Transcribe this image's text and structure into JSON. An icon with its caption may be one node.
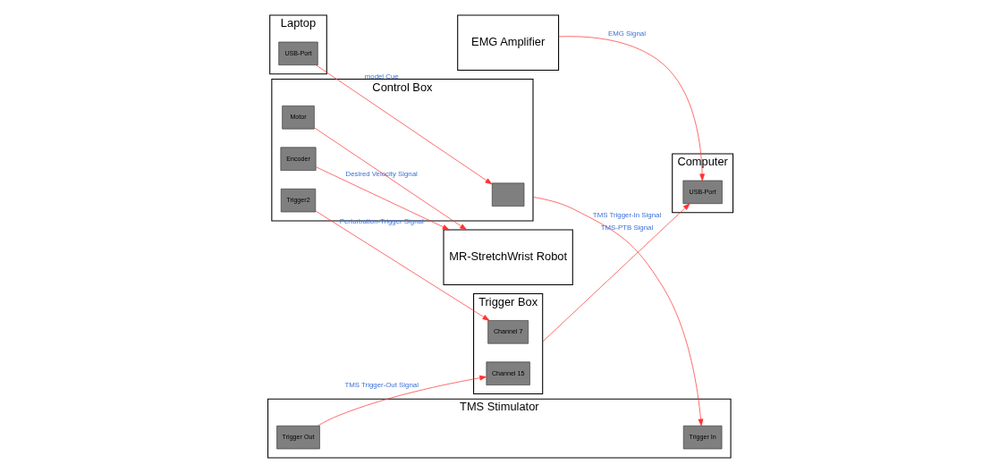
{
  "diagram": {
    "nodes": [
      {
        "text": [
          "Laptop"
        ]
      },
      {
        "text": [
          "USB-Port"
        ],
        "in": 0
      },
      {
        "text": [
          "TMS Stimulator"
        ]
      },
      {
        "text": [
          "Trigger In"
        ],
        "in": 2
      },
      {
        "text": [
          "Trigger Out"
        ],
        "in": 2
      },
      {
        "text": [
          "Computer"
        ]
      },
      {
        "text": [
          "USB-Port"
        ],
        "in": 5
      },
      {
        "text": [
          "Control Box"
        ]
      },
      {
        "text": [],
        "shape": "box",
        "in": 7
      },
      {
        "text": [
          "Trigger2"
        ],
        "in": 7
      },
      {
        "text": [
          "Encoder"
        ],
        "in": 7
      },
      {
        "text": [
          "Motor"
        ],
        "in": 7
      },
      {
        "text": [
          "MR-StretchWrist Robot"
        ]
      },
      {
        "text": [
          "Trigger Box"
        ]
      },
      {
        "text": [
          "Channel 15"
        ],
        "in": 13
      },
      {
        "text": [
          "Channel 7"
        ],
        "in": 13
      },
      {
        "text": [
          "EMG Amplifier"
        ]
      }
    ],
    "edges": [
      {
        "from": 1,
        "to": 8,
        "arrow": "to",
        "label": "model Cue"
      },
      {
        "from": 7,
        "to": 3,
        "arrow": "to",
        "label": "TMS Trigger-In Signal"
      },
      {
        "from": 4,
        "to": 14,
        "arrow": "to",
        "label": "TMS Trigger-Out Signal"
      },
      {
        "from": 13,
        "to": 6,
        "arrow": "to",
        "label": "TMS-PTB Signal"
      },
      {
        "from": 16,
        "to": 6,
        "arrow": "to",
        "label": "EMG Signal"
      },
      {
        "from": 11,
        "to": 12,
        "arrow": "to"
      },
      {
        "from": 10,
        "to": 12,
        "arrow": "to",
        "label": "Desired Velocity Signal"
      },
      {
        "from": 9,
        "to": 15,
        "arrow": "to",
        "label": "Perturbation-Trigger Signal"
      }
    ]
  }
}
